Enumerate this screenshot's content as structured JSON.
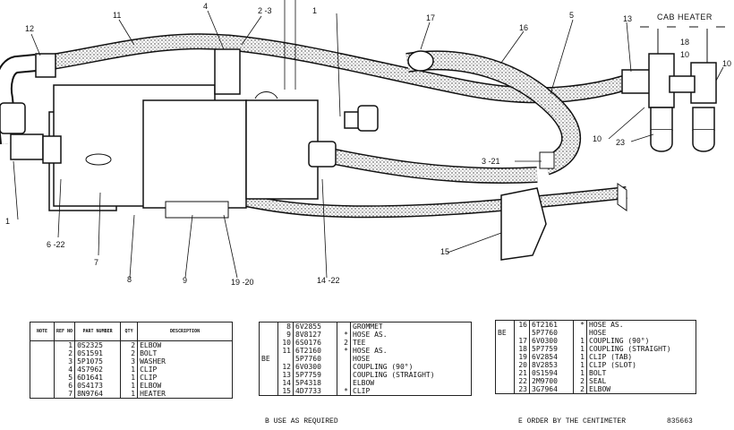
{
  "diagram": {
    "header_label": "CAB HEATER",
    "callouts": [
      "1",
      "2 -3",
      "4",
      "5",
      "6 -22",
      "7",
      "8",
      "9",
      "10",
      "11",
      "12",
      "13",
      "14 -22",
      "15",
      "16",
      "17",
      "18",
      "19 -20",
      "3 -21",
      "23",
      "10",
      "1",
      "10"
    ]
  },
  "table1": {
    "headers": [
      "NOTE",
      "REF NO",
      "PART NUMBER",
      "QTY",
      "DESCRIPTION"
    ],
    "rows": [
      {
        "note": "",
        "ref": "1",
        "part": "0S2325",
        "qty": "2",
        "desc": "ELBOW"
      },
      {
        "note": "",
        "ref": "2",
        "part": "0S1591",
        "qty": "2",
        "desc": "BOLT"
      },
      {
        "note": "",
        "ref": "3",
        "part": "5P1075",
        "qty": "3",
        "desc": "WASHER"
      },
      {
        "note": "",
        "ref": "4",
        "part": "4S7962",
        "qty": "1",
        "desc": "CLIP"
      },
      {
        "note": "",
        "ref": "5",
        "part": "6D1641",
        "qty": "1",
        "desc": "CLIP"
      },
      {
        "note": "",
        "ref": "6",
        "part": "0S4173",
        "qty": "1",
        "desc": "ELBOW"
      },
      {
        "note": "",
        "ref": "7",
        "part": "8N9764",
        "qty": "1",
        "desc": "HEATER"
      }
    ]
  },
  "table2": {
    "rows": [
      {
        "note": "",
        "ref": "8",
        "part": "6V2855",
        "qty": "",
        "desc": "GROMMET"
      },
      {
        "note": "",
        "ref": "9",
        "part": "8V8127",
        "qty": "*",
        "desc": "HOSE AS."
      },
      {
        "note": "",
        "ref": "10",
        "part": "6S0176",
        "qty": "2",
        "desc": "TEE"
      },
      {
        "note": "",
        "ref": "11",
        "part": "6T2160",
        "qty": "*",
        "desc": "HOSE AS."
      },
      {
        "note": "BE",
        "ref": "",
        "part": "5P7760",
        "qty": "",
        "desc": "HOSE"
      },
      {
        "note": "",
        "ref": "12",
        "part": "6V0300",
        "qty": "",
        "desc": "COUPLING (90°)"
      },
      {
        "note": "",
        "ref": "13",
        "part": "5P7759",
        "qty": "",
        "desc": "COUPLING (STRAIGHT)"
      },
      {
        "note": "",
        "ref": "14",
        "part": "5P4318",
        "qty": "",
        "desc": "ELBOW"
      },
      {
        "note": "",
        "ref": "15",
        "part": "4D7733",
        "qty": "*",
        "desc": "CLIP"
      }
    ]
  },
  "table3": {
    "rows": [
      {
        "note": "",
        "ref": "16",
        "part": "6T2161",
        "qty": "*",
        "desc": "HOSE AS."
      },
      {
        "note": "BE",
        "ref": "",
        "part": "5P7760",
        "qty": "",
        "desc": "HOSE"
      },
      {
        "note": "",
        "ref": "17",
        "part": "6V0300",
        "qty": "1",
        "desc": "COUPLING (90°)"
      },
      {
        "note": "",
        "ref": "18",
        "part": "5P7759",
        "qty": "1",
        "desc": "COUPLING (STRAIGHT)"
      },
      {
        "note": "",
        "ref": "19",
        "part": "6V2854",
        "qty": "1",
        "desc": "CLIP (TAB)"
      },
      {
        "note": "",
        "ref": "20",
        "part": "8V2853",
        "qty": "1",
        "desc": "CLIP (SLOT)"
      },
      {
        "note": "",
        "ref": "21",
        "part": "0S1594",
        "qty": "1",
        "desc": "BOLT"
      },
      {
        "note": "",
        "ref": "22",
        "part": "2M9700",
        "qty": "2",
        "desc": "SEAL"
      },
      {
        "note": "",
        "ref": "23",
        "part": "3G7964",
        "qty": "2",
        "desc": "ELBOW"
      }
    ]
  },
  "footnotes": {
    "b_note": "B   USE AS REQUIRED",
    "e_note": "E   ORDER BY THE CENTIMETER",
    "drawing_number": "835663"
  }
}
